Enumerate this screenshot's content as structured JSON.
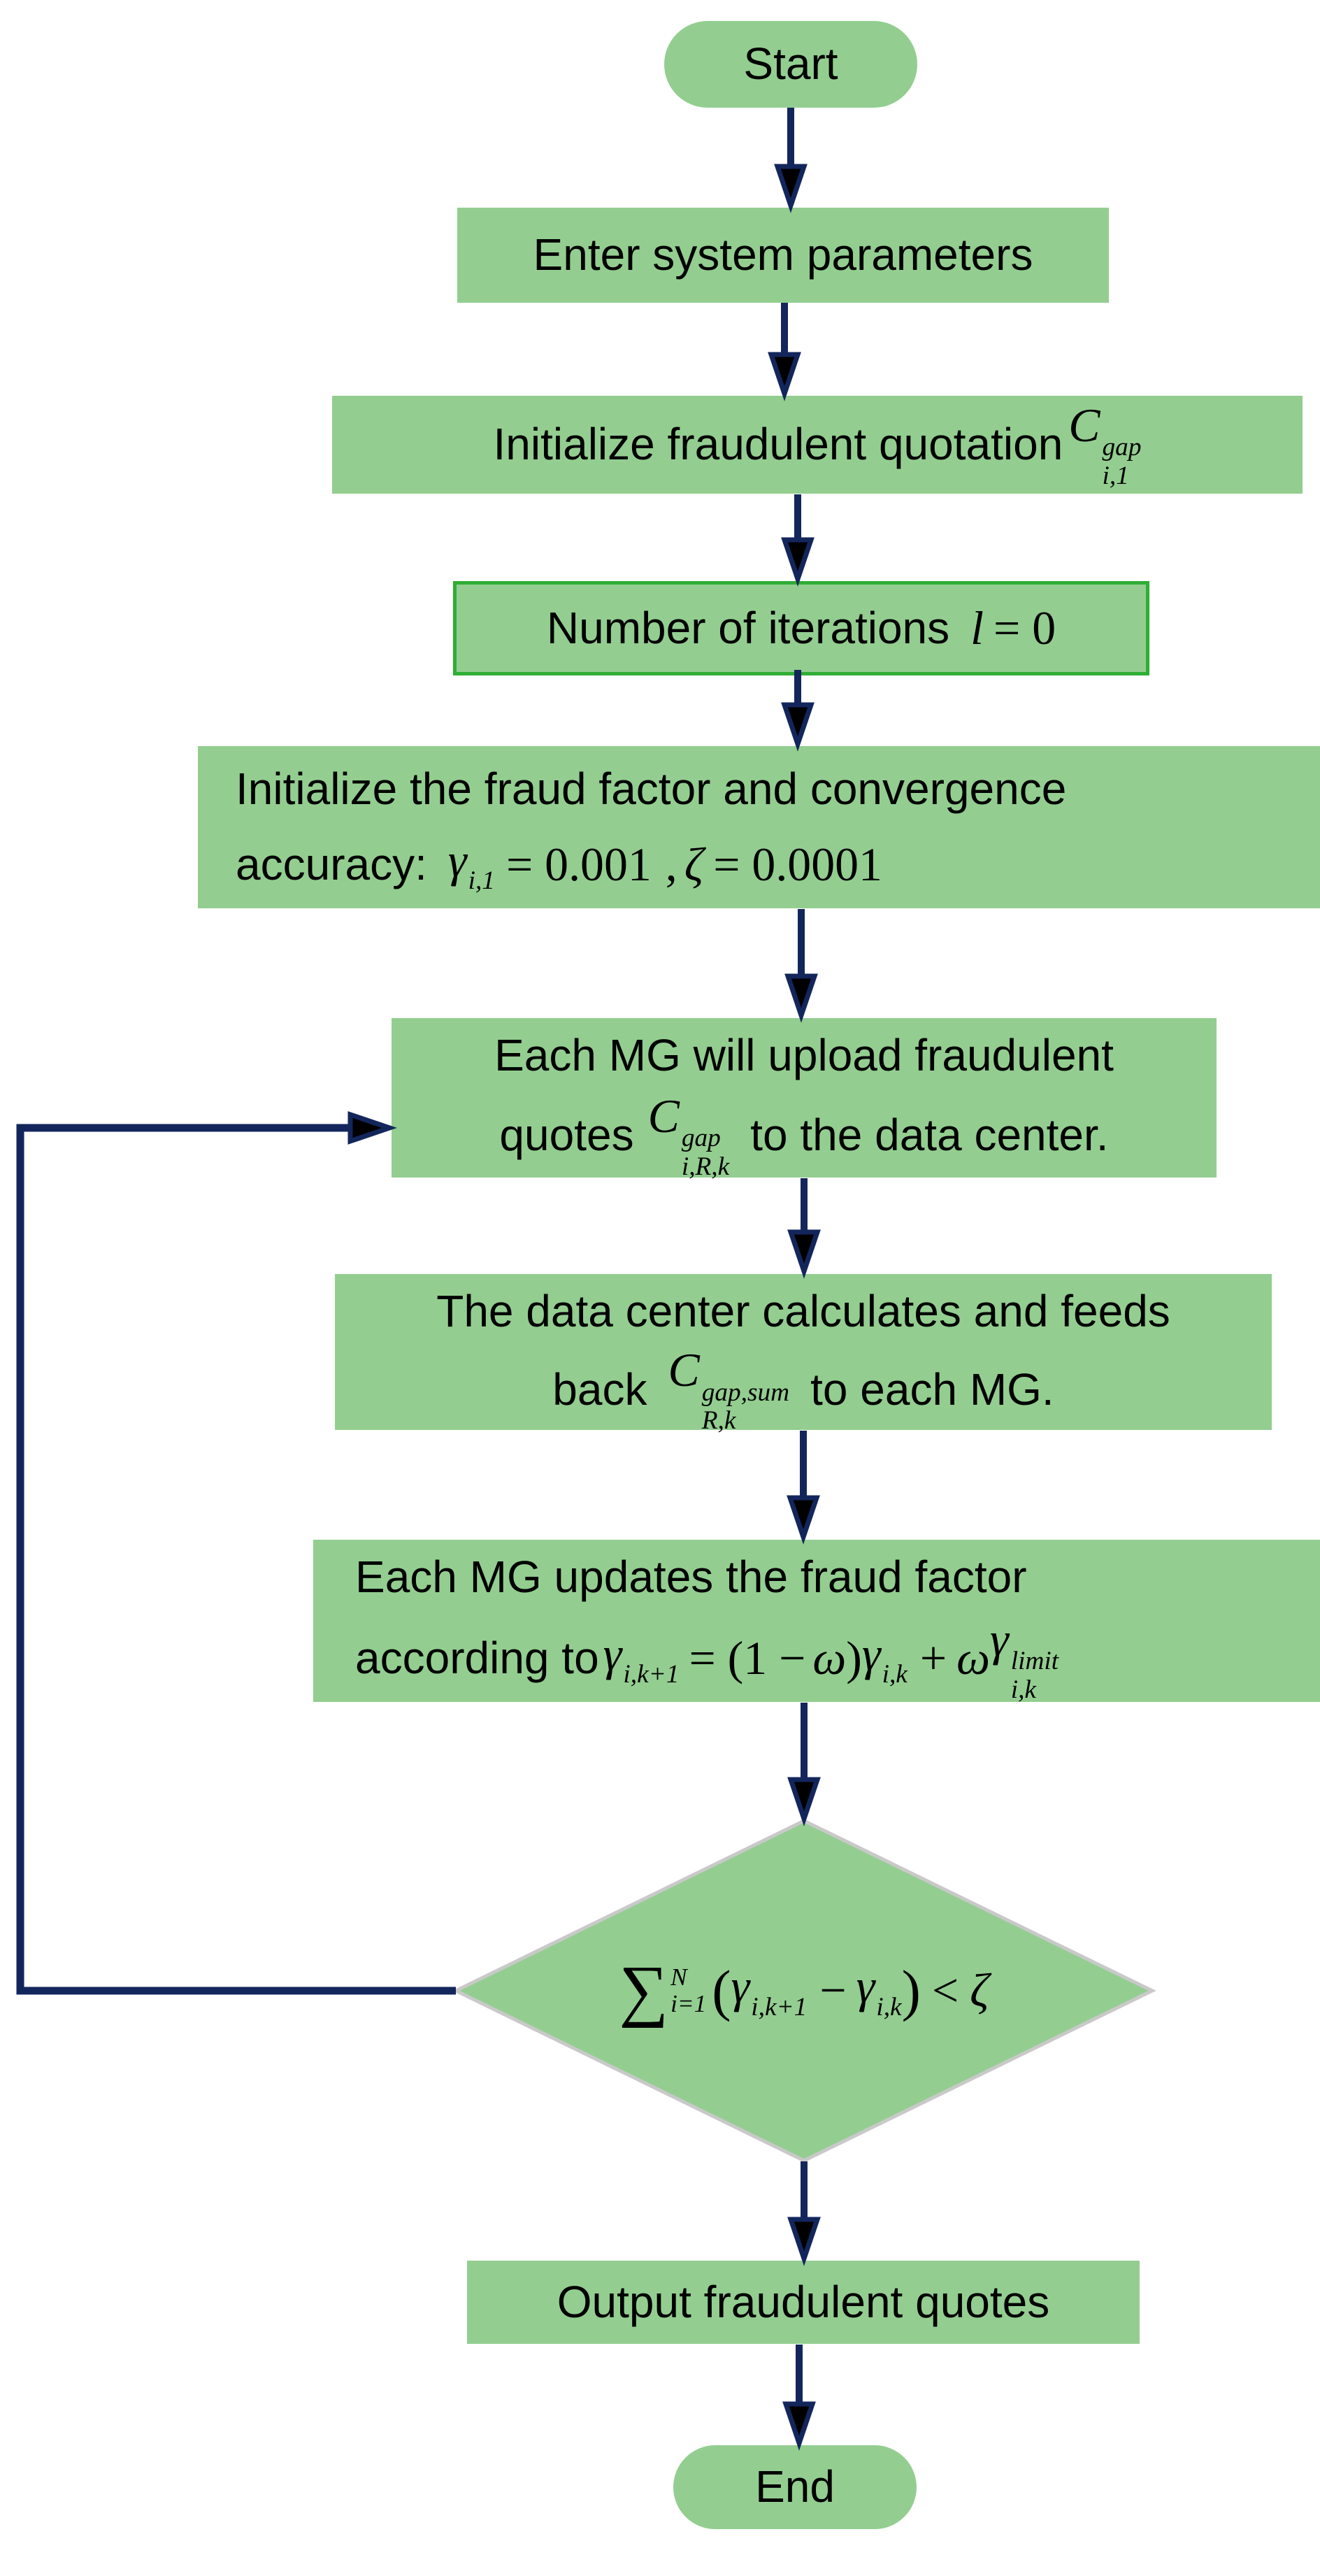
{
  "palette": {
    "node_fill": "#93ce90",
    "node_outline": "#2fae35",
    "diamond_stroke": "#c9c9c9",
    "arrow": "#13265c",
    "arrowhead_fill": "#000000",
    "text_color": "#000000"
  },
  "nodes": {
    "start": {
      "label": "Start"
    },
    "enter": {
      "label": "Enter system parameters"
    },
    "init_quote": {
      "text": "Initialize fraudulent quotation",
      "f_base": "C",
      "f_sup": "gap",
      "f_sub": "i,1"
    },
    "iterations": {
      "text": "Number of iterations",
      "f_var": "l",
      "f_eq": "= 0"
    },
    "init_factor": {
      "line1": "Initialize the fraud factor and convergence",
      "line2_label": "accuracy:",
      "g_base": "γ",
      "g_sub": "i,1",
      "g_eq": "= 0.001",
      "comma": ",",
      "z_base": "ζ",
      "z_eq": "= 0.0001"
    },
    "upload": {
      "line1": "Each MG will upload fraudulent",
      "line2_pre": "quotes",
      "f_base": "C",
      "f_sup": "gap",
      "f_sub": "i,R,k",
      "line2_post": "to the data center."
    },
    "feedback": {
      "line1": "The data center calculates and feeds",
      "line2_pre": "back",
      "f_base": "C",
      "f_sup": "gap,sum",
      "f_sub": "R,k",
      "line2_post": "to each MG."
    },
    "update": {
      "line1": "Each MG updates the fraud factor",
      "line2_pre": "according to",
      "g1_base": "γ",
      "g1_sub": "i,k+1",
      "eq_pre": "= (1 −",
      "omega1": "ω",
      "close_paren": ")",
      "g2_base": "γ",
      "g2_sub": "i,k",
      "plus": "+",
      "omega2": "ω",
      "g3_base": "γ",
      "g3_sup": "limit",
      "g3_sub": "i,k"
    },
    "decision": {
      "sigma": "∑",
      "s_sup": "N",
      "s_sub": "i=1",
      "open_paren": "(",
      "g1_base": "γ",
      "g1_sub": "i,k+1",
      "minus": "−",
      "g2_base": "γ",
      "g2_sub": "i,k",
      "close_paren": ")",
      "lt": "<",
      "zeta": "ζ"
    },
    "output": {
      "label": "Output fraudulent quotes"
    },
    "end": {
      "label": "End"
    }
  }
}
